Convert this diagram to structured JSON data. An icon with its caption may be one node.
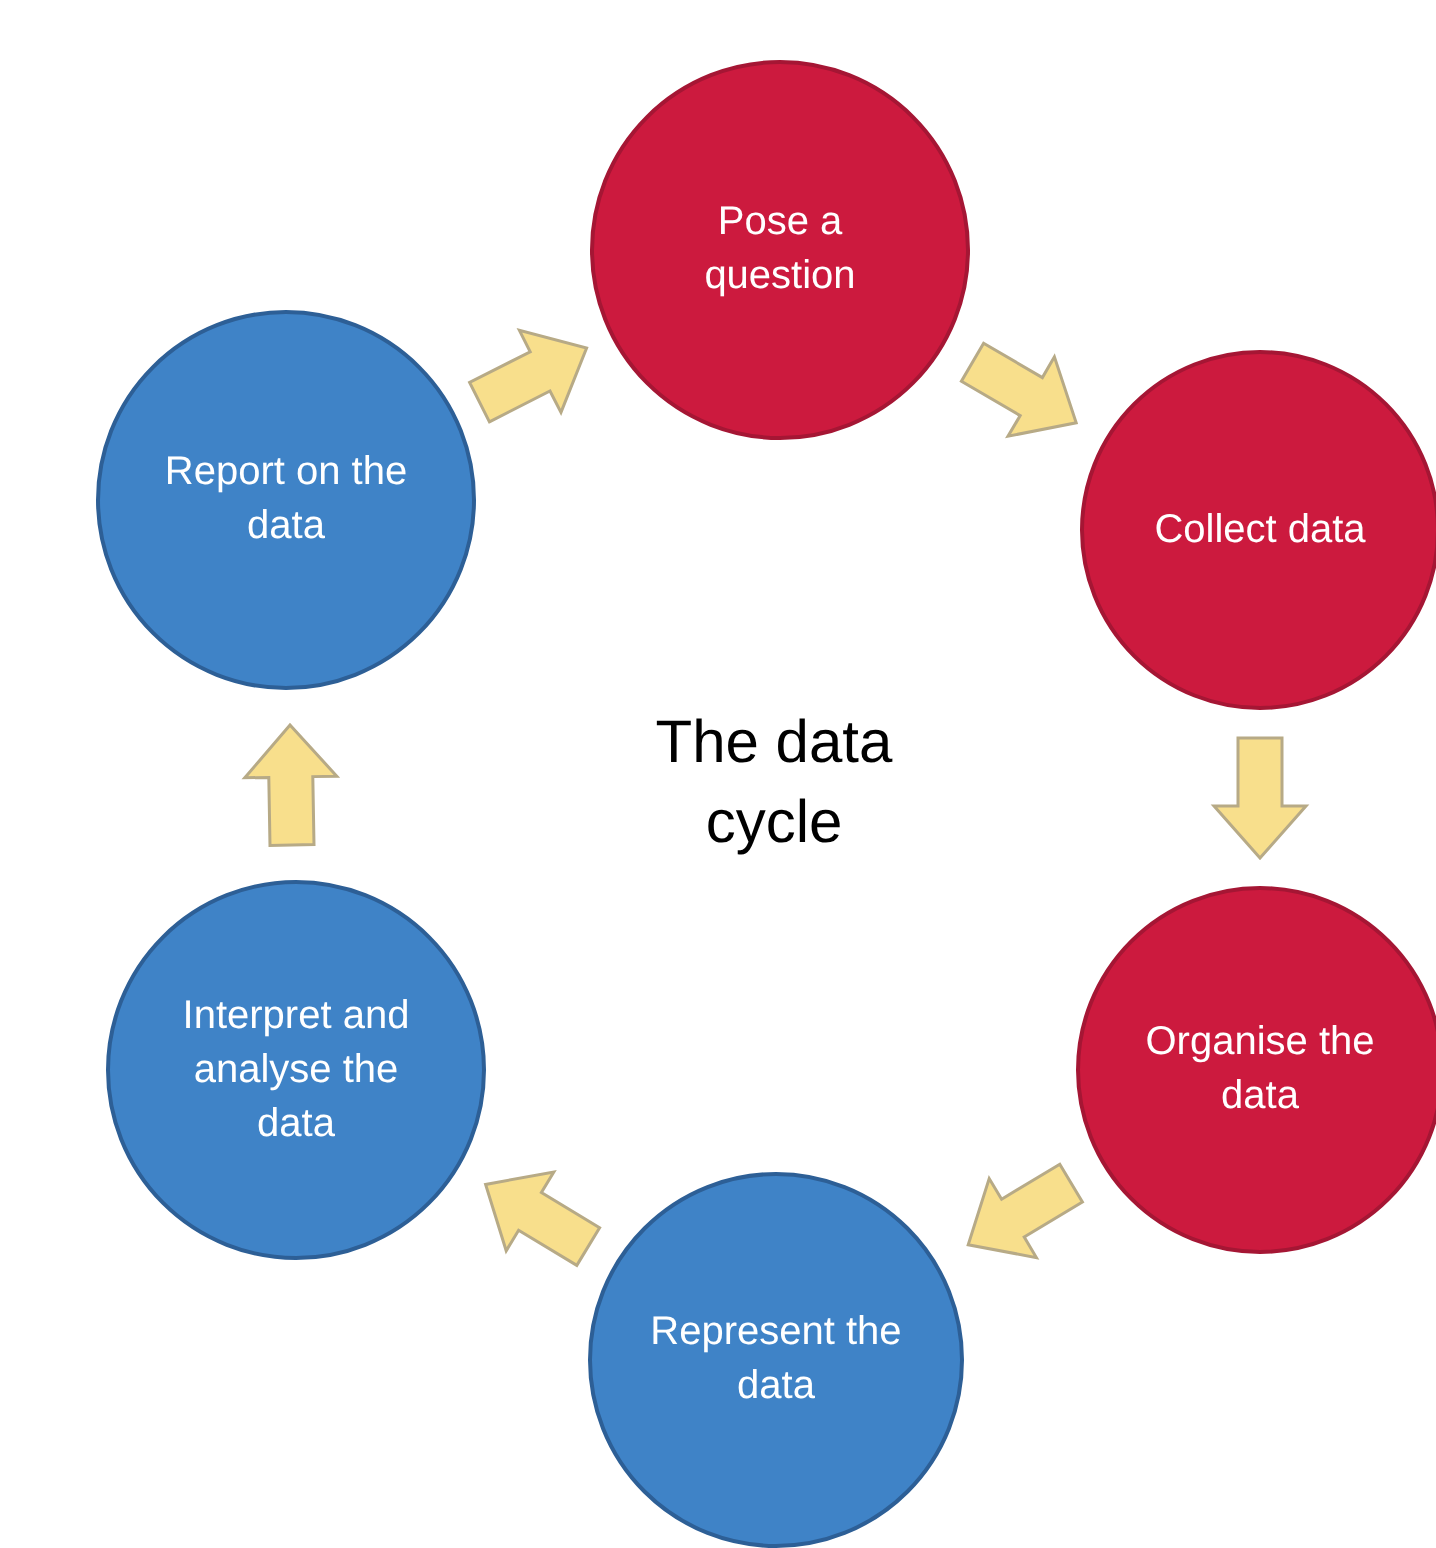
{
  "diagram": {
    "title": "The data cycle",
    "nodes": [
      {
        "text": [
          "Pose a question"
        ]
      },
      {
        "text": [
          "Collect data"
        ]
      },
      {
        "text": [
          "Organise the data"
        ]
      },
      {
        "text": [
          "Represent the data"
        ]
      },
      {
        "text": [
          "Interpret and analyse the data"
        ]
      },
      {
        "text": [
          "Report on the data"
        ]
      }
    ],
    "edges": [
      {
        "from": 0,
        "to": 1,
        "arrow": "to"
      },
      {
        "from": 1,
        "to": 2,
        "arrow": "to"
      },
      {
        "from": 2,
        "to": 3,
        "arrow": "to"
      },
      {
        "from": 3,
        "to": 4,
        "arrow": "to"
      },
      {
        "from": 4,
        "to": 5,
        "arrow": "to"
      },
      {
        "from": 5,
        "to": 0,
        "arrow": "to"
      }
    ]
  }
}
